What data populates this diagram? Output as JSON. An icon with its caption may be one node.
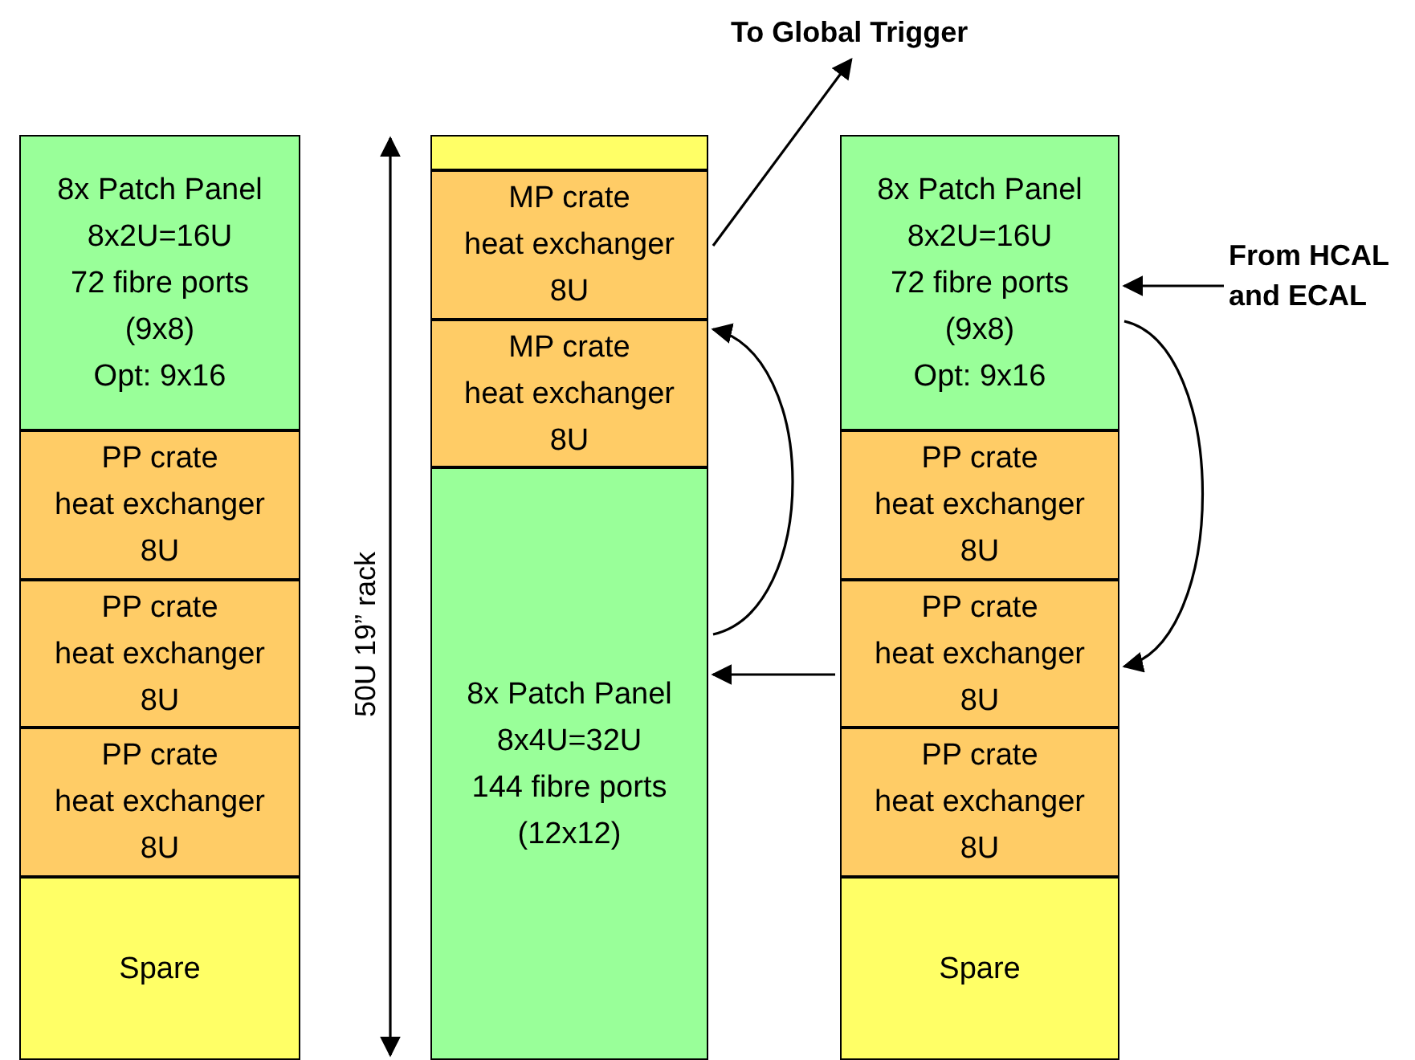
{
  "diagram": {
    "nodes": [
      {
        "text": [
          "To Global Trigger"
        ]
      },
      {
        "text": [
          "8x Patch Panel",
          "8x2U=16U",
          "72 fibre ports (9x8)",
          "Opt: 9x16"
        ]
      },
      {
        "text": [
          "PP crate",
          "heat exchanger",
          "8U"
        ]
      },
      {
        "text": [
          "PP crate",
          "heat exchanger",
          "8U"
        ]
      },
      {
        "text": [
          "PP crate",
          "heat exchanger",
          "8U"
        ]
      },
      {
        "text": [
          "Spare"
        ]
      },
      {
        "text": [],
        "shape": "box"
      },
      {
        "text": [
          "MP crate",
          "heat exchanger",
          "8U"
        ]
      },
      {
        "text": [
          "MP crate",
          "heat exchanger",
          "8U"
        ]
      },
      {
        "text": [
          "8x Patch Panel",
          "8x4U=32U",
          "144 fibre ports (12x12)"
        ]
      },
      {
        "text": [
          "8x Patch Panel",
          "8x2U=16U",
          "72 fibre ports (9x8)",
          "Opt: 9x16"
        ]
      },
      {
        "text": [
          "PP crate",
          "heat exchanger",
          "8U"
        ]
      },
      {
        "text": [
          "PP crate",
          "heat exchanger",
          "8U"
        ]
      },
      {
        "text": [
          "PP crate",
          "heat exchanger",
          "8U"
        ]
      },
      {
        "text": [
          "Spare"
        ]
      },
      {
        "text": [
          "From HCAL and ECAL"
        ]
      }
    ],
    "edges": [
      {
        "from": 7,
        "to": 0,
        "arrow": "to"
      },
      {
        "from": 15,
        "to": 10,
        "arrow": "to"
      },
      {
        "from": 10,
        "to": 12,
        "arrow": "to"
      },
      {
        "from": 12,
        "to": 9,
        "arrow": "to"
      },
      {
        "from": 9,
        "to": 8,
        "arrow": "to"
      }
    ],
    "labels": [
      "50U 19” rack"
    ]
  }
}
